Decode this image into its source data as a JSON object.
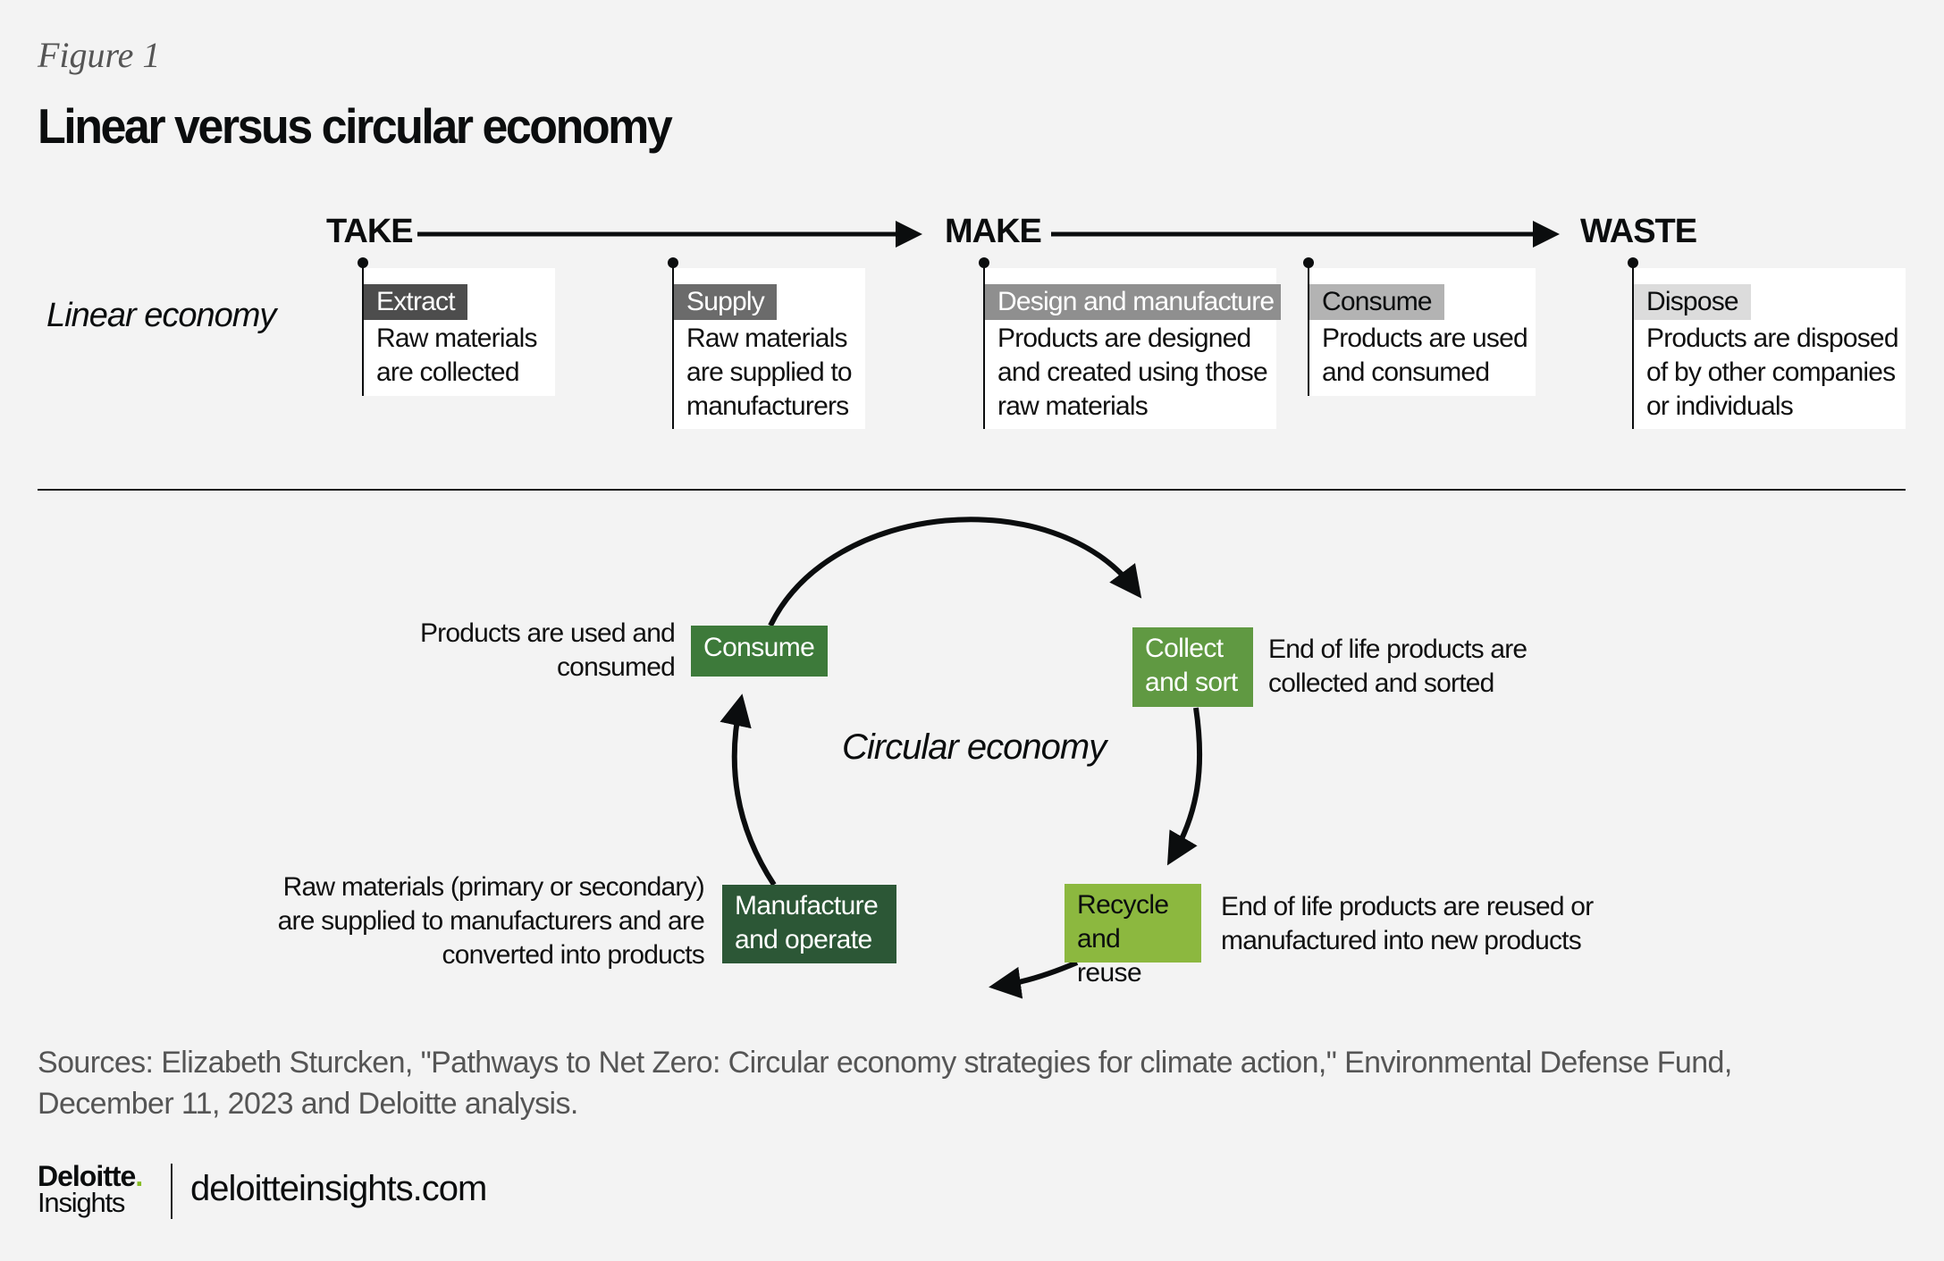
{
  "figure_label": "Figure 1",
  "title": "Linear versus circular economy",
  "linear": {
    "label": "Linear economy",
    "stages": [
      "TAKE",
      "MAKE",
      "WASTE"
    ],
    "steps": [
      {
        "tag": "Extract",
        "desc": "Raw materials\nare collected",
        "tag_color": "#4d4d4d",
        "tag_text_color": "#ffffff"
      },
      {
        "tag": "Supply",
        "desc": "Raw materials\nare supplied to\nmanufacturers",
        "tag_color": "#6b6b6b",
        "tag_text_color": "#ffffff"
      },
      {
        "tag": "Design and manufacture",
        "desc": "Products are designed\nand created using those\nraw materials",
        "tag_color": "#8f8f8f",
        "tag_text_color": "#ffffff"
      },
      {
        "tag": "Consume",
        "desc": "Products are used\nand consumed",
        "tag_color": "#b3b3b3",
        "tag_text_color": "#0b0d0e"
      },
      {
        "tag": "Dispose",
        "desc": "Products are disposed\nof by other companies\nor individuals",
        "tag_color": "#dcdcdc",
        "tag_text_color": "#0b0d0e"
      }
    ]
  },
  "circular": {
    "label": "Circular economy",
    "nodes": [
      {
        "label": "Consume",
        "desc": "Products are used and\nconsumed",
        "color": "#3d7a3a",
        "text_color": "#ffffff"
      },
      {
        "label": "Collect\nand sort",
        "desc": "End of life products are\ncollected and sorted",
        "color": "#609942",
        "text_color": "#ffffff"
      },
      {
        "label": "Recycle\nand reuse",
        "desc": "End of life products are reused or\nmanufactured into new products",
        "color": "#8cb83f",
        "text_color": "#0b0d0e"
      },
      {
        "label": "Manufacture\nand operate",
        "desc": "Raw materials (primary or secondary)\nare supplied to manufacturers and are\nconverted into products",
        "color": "#2c5736",
        "text_color": "#ffffff"
      }
    ]
  },
  "sources": "Sources: Elizabeth Sturcken, \"Pathways to Net Zero: Circular economy strategies for climate action,\" Environmental Defense Fund,\nDecember 11, 2023 and Deloitte analysis.",
  "footer": {
    "logo_main": "Deloitte",
    "logo_dot": ".",
    "logo_sub": "Insights",
    "url": "deloitteinsights.com"
  }
}
